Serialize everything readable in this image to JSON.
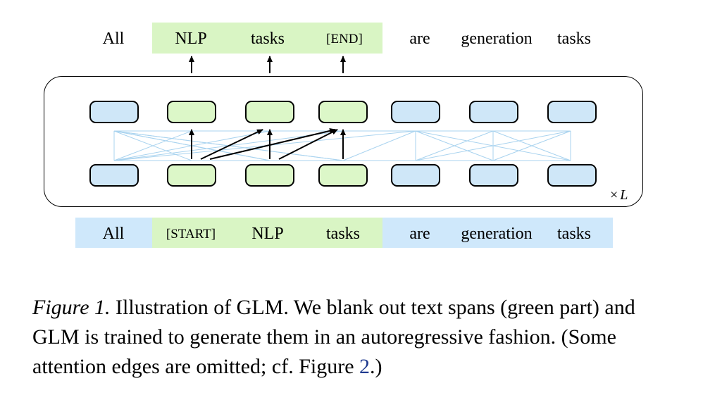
{
  "colors": {
    "blue_fill": "#cfe7f8",
    "green_fill": "#dcf7c8",
    "blue_band": "#cfe8fb",
    "green_band": "#d9f5c4",
    "attention_lines": "#a9d3ef",
    "link_blue": "#1f3a8f"
  },
  "top_tokens": [
    "All",
    "NLP",
    "tasks",
    "[END]",
    "are",
    "generation",
    "tasks"
  ],
  "bottom_tokens": [
    "All",
    "[START]",
    "NLP",
    "tasks",
    "are",
    "generation",
    "tasks"
  ],
  "layers_label": {
    "times": "×",
    "L": "L"
  },
  "caption": {
    "label": "Figure 1.",
    "text_1": " Illustration of GLM. We blank out text spans (green part) and GLM is trained to generate them in an autoregressive fashion. (Some attention edges are omitted; cf. Figure ",
    "ref": "2",
    "text_2": ".)"
  }
}
